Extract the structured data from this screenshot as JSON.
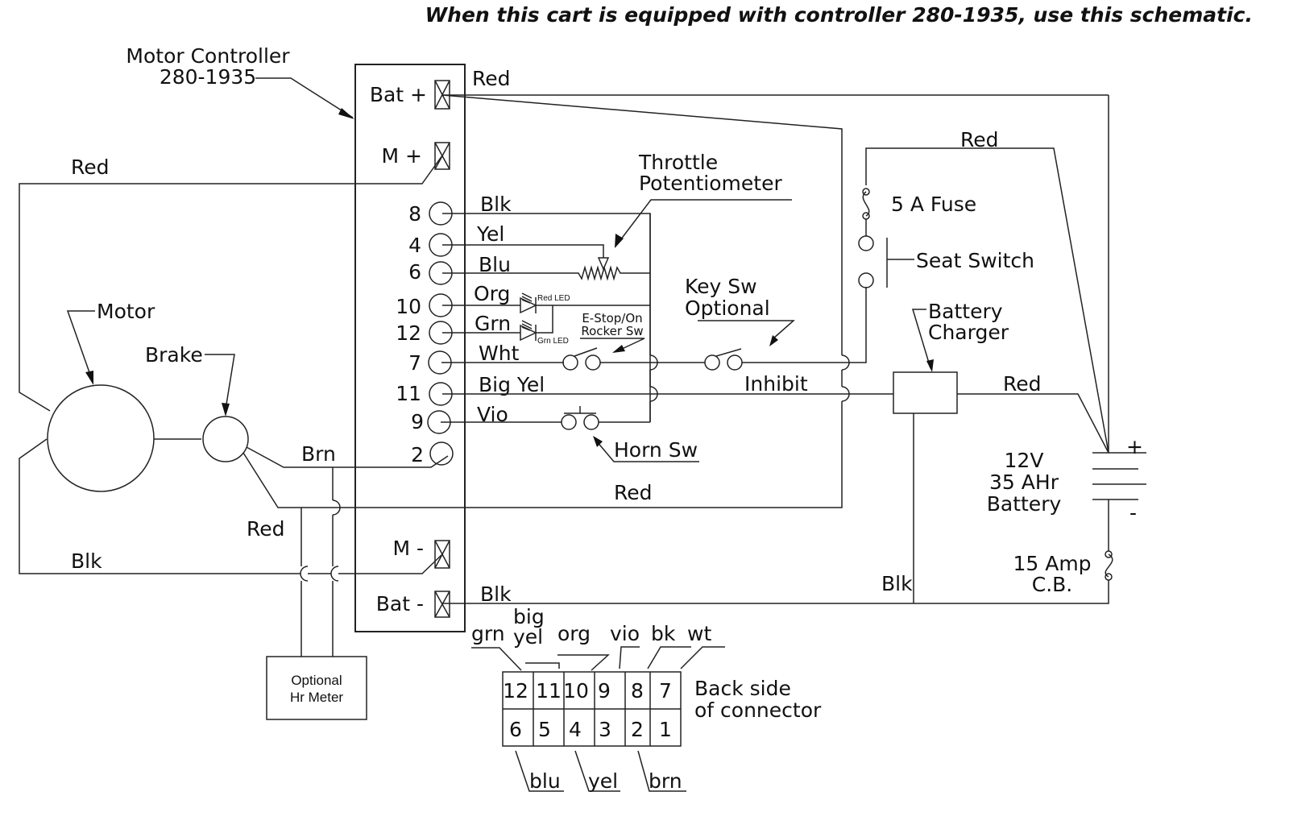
{
  "header": {
    "title": "When this cart is equipped with controller 280-1935, use this schematic."
  },
  "controller": {
    "label_line1": "Motor Controller",
    "label_line2": "280-1935",
    "terminals": {
      "bat_plus": "Bat +",
      "m_plus": "M +",
      "m_minus": "M -",
      "bat_minus": "Bat -"
    },
    "pins": [
      {
        "num": "8",
        "wire": "Blk"
      },
      {
        "num": "4",
        "wire": "Yel"
      },
      {
        "num": "6",
        "wire": "Blu"
      },
      {
        "num": "10",
        "wire": "Org"
      },
      {
        "num": "12",
        "wire": "Grn"
      },
      {
        "num": "7",
        "wire": "Wht"
      },
      {
        "num": "11",
        "wire": "Big Yel"
      },
      {
        "num": "9",
        "wire": "Vio"
      },
      {
        "num": "2",
        "wire": ""
      }
    ]
  },
  "wires": {
    "bat_plus_red": "Red",
    "m_plus_red": "Red",
    "fuse_red": "Red",
    "charger_red": "Red",
    "brake_brn": "Brn",
    "brake_red_long": "Red",
    "brake_red_short": "Red",
    "motor_blk": "Blk",
    "bat_minus_blk": "Blk",
    "charger_blk": "Blk"
  },
  "components": {
    "motor": "Motor",
    "brake": "Brake",
    "throttle_line1": "Throttle",
    "throttle_line2": "Potentiometer",
    "red_led": "Red LED",
    "grn_led": "Grn LED",
    "estop_line1": "E-Stop/On",
    "estop_line2": "Rocker Sw",
    "keysw_line1": "Key Sw",
    "keysw_line2": "Optional",
    "inhibit": "Inhibit",
    "horn_sw": "Horn Sw",
    "fuse": "5 A Fuse",
    "seat_switch": "Seat Switch",
    "charger_line1": "Battery",
    "charger_line2": "Charger",
    "battery_line1": "12V",
    "battery_line2": "35 AHr",
    "battery_line3": "Battery",
    "battery_plus": "+",
    "battery_minus": "-",
    "cb_line1": "15 Amp",
    "cb_line2": "C.B.",
    "hr_meter_line1": "Optional",
    "hr_meter_line2": "Hr Meter"
  },
  "connector": {
    "label_line1": "Back side",
    "label_line2": "of connector",
    "top_row": [
      "12",
      "11",
      "10",
      "9",
      "8",
      "7"
    ],
    "bottom_row": [
      "6",
      "5",
      "4",
      "3",
      "2",
      "1"
    ],
    "top_labels": {
      "grn": "grn",
      "big": "big",
      "yel_big": "yel",
      "org": "org",
      "vio": "vio",
      "bk": "bk",
      "wt": "wt"
    },
    "bottom_labels": {
      "blu": "blu",
      "yel": "yel",
      "brn": "brn"
    }
  }
}
